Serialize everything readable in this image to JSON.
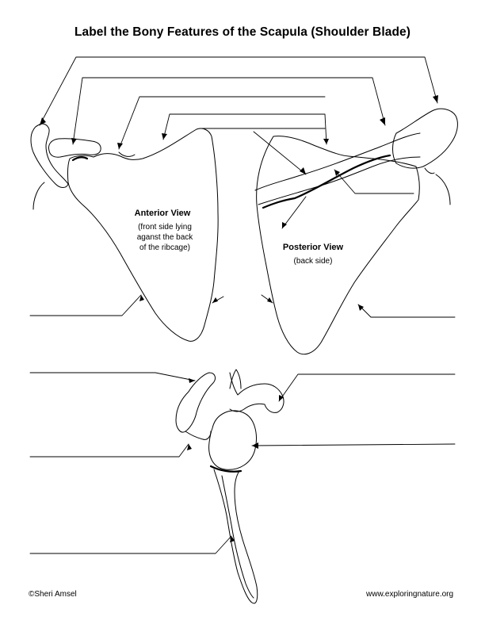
{
  "title": "Label the Bony Features of the Scapula (Shoulder Blade)",
  "anterior": {
    "heading": "Anterior View",
    "desc_line1": "(front side lying",
    "desc_line2": "aganst the back",
    "desc_line3": "of the ribcage)"
  },
  "posterior": {
    "heading": "Posterior View",
    "desc": "(back side)"
  },
  "footer": {
    "copyright": "©Sheri Amsel",
    "website": "www.exploringnature.org"
  }
}
